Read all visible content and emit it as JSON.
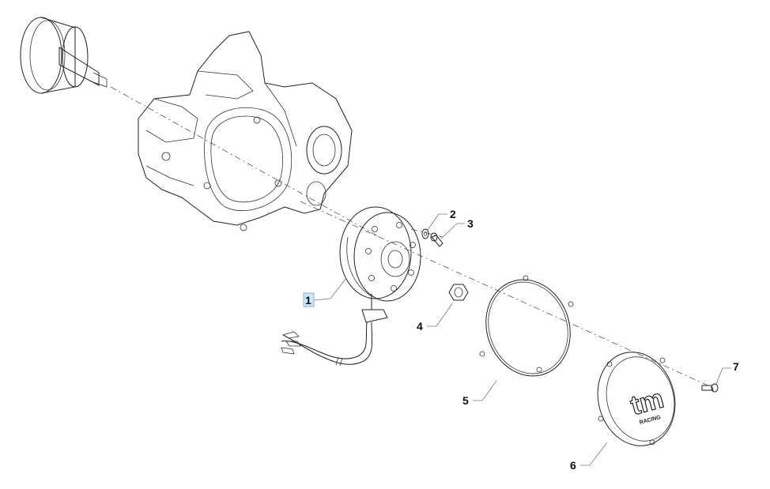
{
  "diagram": {
    "callouts": [
      {
        "id": "1",
        "text": "1",
        "highlighted": true
      },
      {
        "id": "2",
        "text": "2"
      },
      {
        "id": "3",
        "text": "3"
      },
      {
        "id": "4",
        "text": "4"
      },
      {
        "id": "5",
        "text": "5"
      },
      {
        "id": "6",
        "text": "6"
      },
      {
        "id": "7",
        "text": "7"
      }
    ],
    "cover_logo_text": "tm",
    "cover_logo_subtext": "RACING",
    "colors": {
      "line": "#222222",
      "highlight": "#cfe6f7"
    }
  }
}
